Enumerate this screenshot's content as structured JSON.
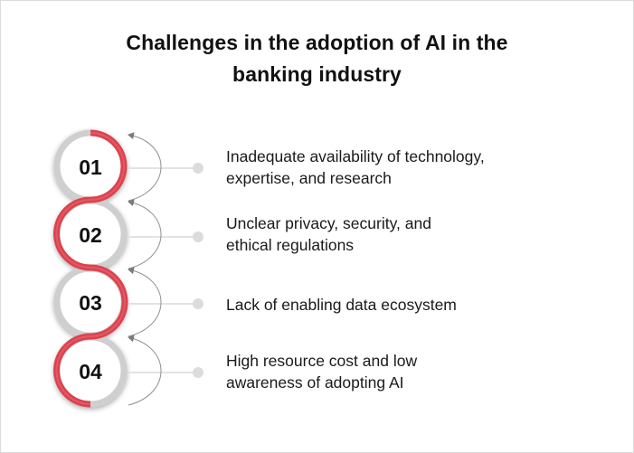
{
  "title": {
    "line1": "Challenges in the adoption of AI in the",
    "line2": "banking industry"
  },
  "colors": {
    "accent_red": "#d9434f",
    "ring_gray": "#d0d0d0",
    "connector_gray": "#e0e0e0",
    "arrow_gray": "#888888",
    "text": "#111111"
  },
  "steps": [
    {
      "number": "01",
      "description_line1": "Inadequate availability of technology,",
      "description_line2": "expertise, and research"
    },
    {
      "number": "02",
      "description_line1": "Unclear privacy, security, and",
      "description_line2": "ethical regulations"
    },
    {
      "number": "03",
      "description_line1": "Lack of enabling data ecosystem",
      "description_line2": ""
    },
    {
      "number": "04",
      "description_line1": "High resource cost and low",
      "description_line2": "awareness of adopting AI"
    }
  ]
}
